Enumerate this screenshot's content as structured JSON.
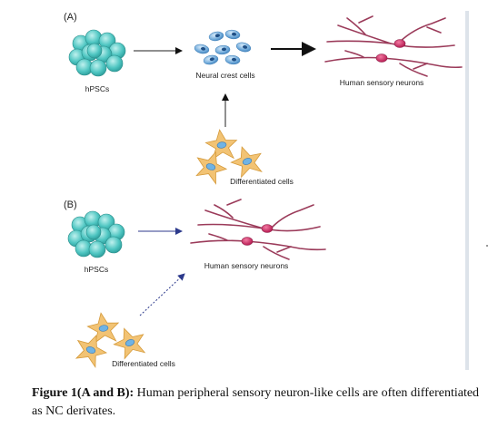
{
  "figure": {
    "panelA": {
      "letter": "(A)",
      "stem": "hPSCs",
      "crest": "Neural crest cells",
      "neurons": "Human sensory neurons",
      "diff": "Differentiated cells"
    },
    "panelB": {
      "letter": "(B)",
      "stem": "hPSCs",
      "neurons": "Human sensory neurons",
      "diff": "Differentiated cells"
    },
    "colors": {
      "stem_cell": "#4fc6c2",
      "crest_cell": "#6aa6d8",
      "neuron": "#9b3b5a",
      "nucleus": "#d2205c",
      "diff_cell": "#f2c374",
      "arrow_blue": "#2d3a8c"
    }
  },
  "caption": {
    "label": "Figure 1(A and B):",
    "text": " Human peripheral sensory neuron-like cells are often differentiated as NC derivates."
  }
}
